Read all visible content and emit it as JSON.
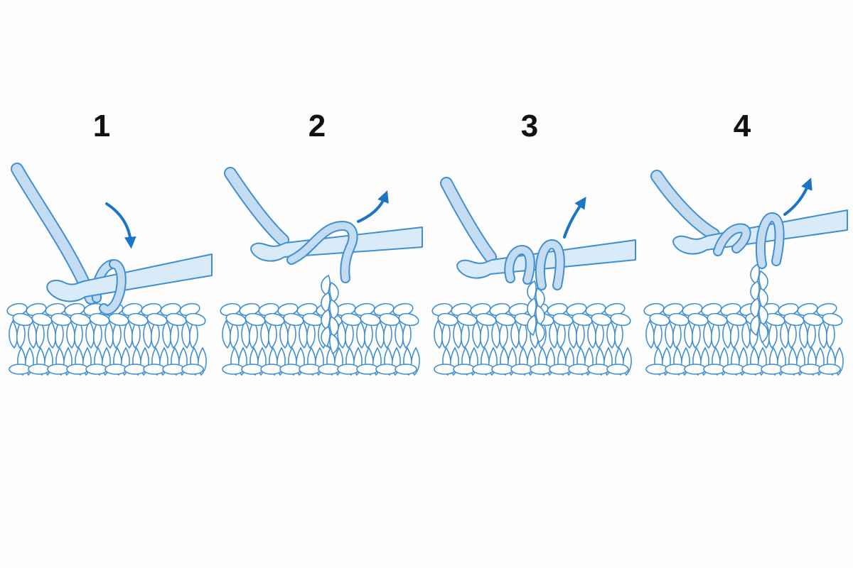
{
  "colors": {
    "background": "#fdfdfd",
    "yarn_fill": "#ffffff",
    "outline": "#3f8fd3",
    "hook_fill": "#d9eaf8",
    "loop_fill": "#c3dcf2",
    "arrow": "#1c74c6",
    "number": "#111111"
  },
  "icons": {
    "hook": "crochet-hook-icon",
    "yarn": "working-yarn-strand",
    "arrow": "direction-arrow-icon",
    "fabric": "crochet-fabric-rows"
  },
  "steps": [
    {
      "number": "1",
      "arrow": "down"
    },
    {
      "number": "2",
      "arrow": "up"
    },
    {
      "number": "3",
      "arrow": "up"
    },
    {
      "number": "4",
      "arrow": "up"
    }
  ]
}
